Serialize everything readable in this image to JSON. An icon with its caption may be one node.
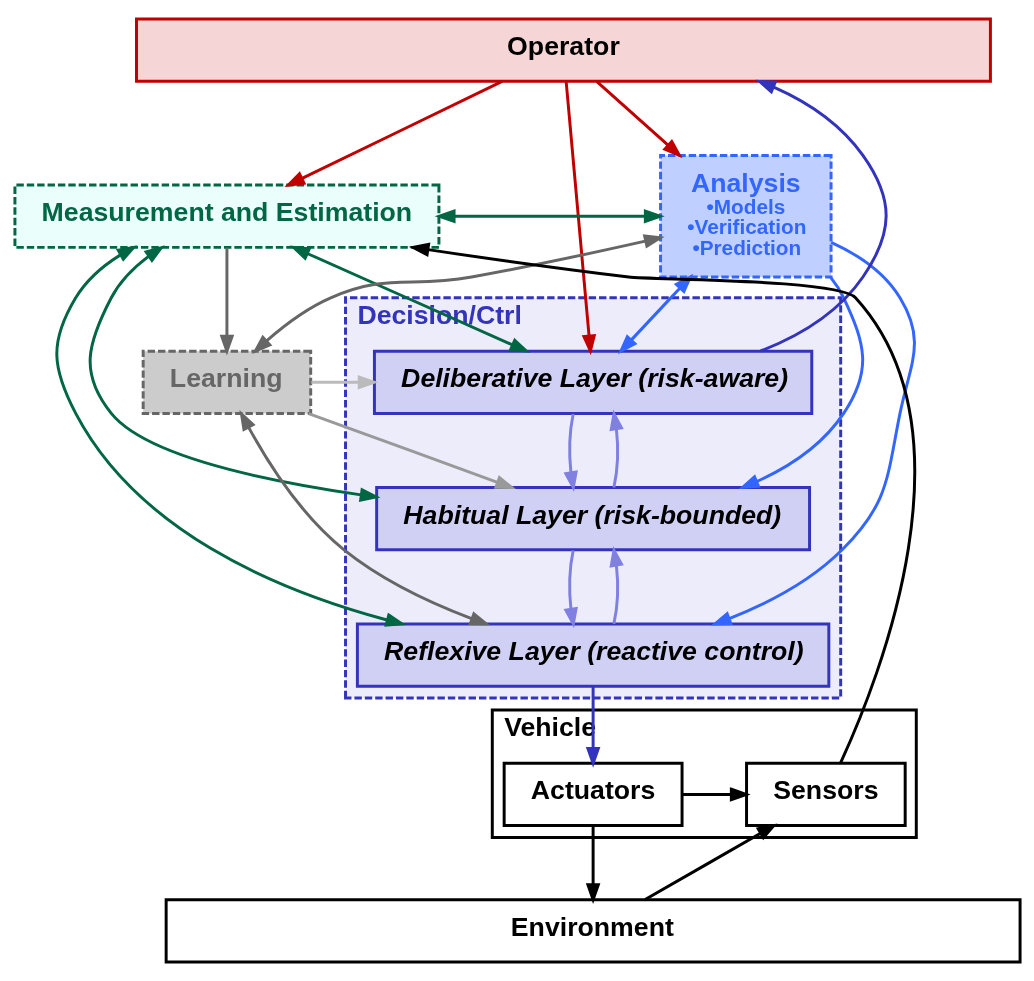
{
  "diagram": {
    "nodes": [
      {
        "text": [
          "Operator"
        ]
      },
      {
        "text": [
          "Measurement and Estimation"
        ]
      },
      {
        "text": [
          "Analysis",
          "•Models",
          "•Verification",
          "•Prediction"
        ]
      },
      {
        "text": [
          "Learning"
        ]
      },
      {
        "text": [
          "Decision/Ctrl"
        ]
      },
      {
        "text": [
          "Deliberative Layer (risk-aware)"
        ],
        "in": 4
      },
      {
        "text": [
          "Habitual Layer (risk-bounded)"
        ],
        "in": 4
      },
      {
        "text": [
          "Reflexive Layer (reactive control)"
        ],
        "in": 4
      },
      {
        "text": [
          "Vehicle"
        ]
      },
      {
        "text": [
          "Sensors"
        ],
        "in": 8
      },
      {
        "text": [
          "Actuators"
        ],
        "in": 8
      },
      {
        "text": [
          "Environment"
        ]
      }
    ],
    "edges": [
      {
        "from": 0,
        "to": 1,
        "arrow": "to",
        "color": "#c00000"
      },
      {
        "from": 0,
        "to": 2,
        "arrow": "to",
        "color": "#c00000"
      },
      {
        "from": 0,
        "to": 5,
        "arrow": "to",
        "color": "#c00000"
      },
      {
        "from": 5,
        "to": 0,
        "arrow": "to",
        "color": "#3333bb"
      },
      {
        "from": 1,
        "to": 2,
        "arrow": "both",
        "color": "#006644"
      },
      {
        "from": 2,
        "to": 3,
        "arrow": "both",
        "color": "#666666"
      },
      {
        "from": 1,
        "to": 3,
        "arrow": "to",
        "color": "#666666"
      },
      {
        "from": 2,
        "to": 5,
        "arrow": "both",
        "color": "#3366ff"
      },
      {
        "from": 2,
        "to": 6,
        "arrow": "to",
        "color": "#3366ff"
      },
      {
        "from": 2,
        "to": 7,
        "arrow": "to",
        "color": "#3366ff"
      },
      {
        "from": 1,
        "to": 5,
        "arrow": "both",
        "color": "#006644"
      },
      {
        "from": 1,
        "to": 6,
        "arrow": "both",
        "color": "#006644"
      },
      {
        "from": 1,
        "to": 7,
        "arrow": "both",
        "color": "#006644"
      },
      {
        "from": 3,
        "to": 5,
        "arrow": "to",
        "color": "#bbbbbb"
      },
      {
        "from": 3,
        "to": 6,
        "arrow": "to",
        "color": "#999999"
      },
      {
        "from": 3,
        "to": 7,
        "arrow": "both",
        "color": "#666666"
      },
      {
        "from": 5,
        "to": 6,
        "arrow": "to",
        "color": "#8080e0"
      },
      {
        "from": 6,
        "to": 5,
        "arrow": "to",
        "color": "#8080e0"
      },
      {
        "from": 6,
        "to": 7,
        "arrow": "to",
        "color": "#8080e0"
      },
      {
        "from": 7,
        "to": 6,
        "arrow": "to",
        "color": "#8080e0"
      },
      {
        "from": 7,
        "to": 10,
        "arrow": "to",
        "color": "#3333bb"
      },
      {
        "from": 10,
        "to": 9,
        "arrow": "to",
        "color": "#000000"
      },
      {
        "from": 9,
        "to": 1,
        "arrow": "to",
        "color": "#000000"
      },
      {
        "from": 11,
        "to": 9,
        "arrow": "to",
        "color": "#000000"
      },
      {
        "from": 10,
        "to": 11,
        "arrow": "to",
        "color": "#000000"
      }
    ]
  }
}
